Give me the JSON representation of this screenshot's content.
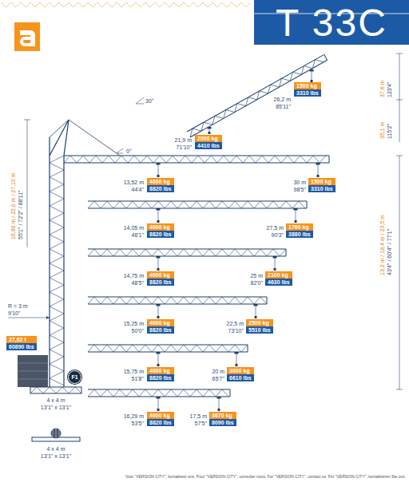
{
  "diagram": {
    "title": "T 33C",
    "caption": "Voor \"VERSION CITY\", kontakteer ons. Pour \"VERSION CITY\", consulter nous. For \"VERSION CITY\", contact us. Für \"VERSION CITY\", kontaktieren Sie uns.",
    "nodes": [
      {
        "text": [
          "1500 kg",
          "3310 lbs"
        ]
      },
      {
        "text": [
          "2000 kg",
          "4410 lbs"
        ]
      },
      {
        "text": [
          "4000 kg",
          "8820 lbs"
        ]
      },
      {
        "text": [
          "1500 kg",
          "3310 lbs"
        ]
      },
      {
        "text": [
          "4000 kg",
          "8820 lbs"
        ]
      },
      {
        "text": [
          "1760 kg",
          "3880 lbs"
        ]
      },
      {
        "text": [
          "4000 kg",
          "8820 lbs"
        ]
      },
      {
        "text": [
          "2100 kg",
          "4630 lbs"
        ]
      },
      {
        "text": [
          "4000 kg",
          "8820 lbs"
        ]
      },
      {
        "text": [
          "2500 kg",
          "5510 lbs"
        ]
      },
      {
        "text": [
          "27,62 t",
          "60890 lbs"
        ]
      },
      {
        "text": [
          "F1"
        ]
      },
      {
        "text": [
          "4000 kg",
          "8820 lbs"
        ]
      },
      {
        "text": [
          "3000 kg",
          "6610 lbs"
        ]
      },
      {
        "text": [
          "4000 kg",
          "8820 lbs"
        ]
      },
      {
        "text": [
          "3670 kg",
          "8090 lbs"
        ]
      }
    ],
    "labels": [
      "30°",
      "26,2 m",
      "85'11\"",
      "37,6 m",
      "123'4\"",
      "21,9 m",
      "71'10\"",
      "35,1 m",
      "115'2\"",
      "16,80 m / 22,0 m / 27,10 m",
      "55'1\" / 72'2\" / 88'11\"",
      "0°",
      "13,52 m",
      "44'4\"",
      "30 m",
      "98'5\"",
      "13,2 m / 18,4 m / 23,5 m",
      "43'4\" / 60'4\" / 77'1\"",
      "14,05 m",
      "46'1\"",
      "27,5 m",
      "90'3\"",
      "14,75 m",
      "48'5\"",
      "25 m",
      "82'0\"",
      "R = 3 m",
      "9'10\"",
      "15,25 m",
      "50'0\"",
      "22,5 m",
      "73'10\"",
      "15,75 m",
      "51'8\"",
      "20 m",
      "65'7\"",
      "4 x 4 m",
      "13'1\" x 13'1\"",
      "16,29 m",
      "53'5\"",
      "17,5 m",
      "57'5\"",
      "4 x 4 m",
      "13'1\" x 13'1\""
    ]
  }
}
